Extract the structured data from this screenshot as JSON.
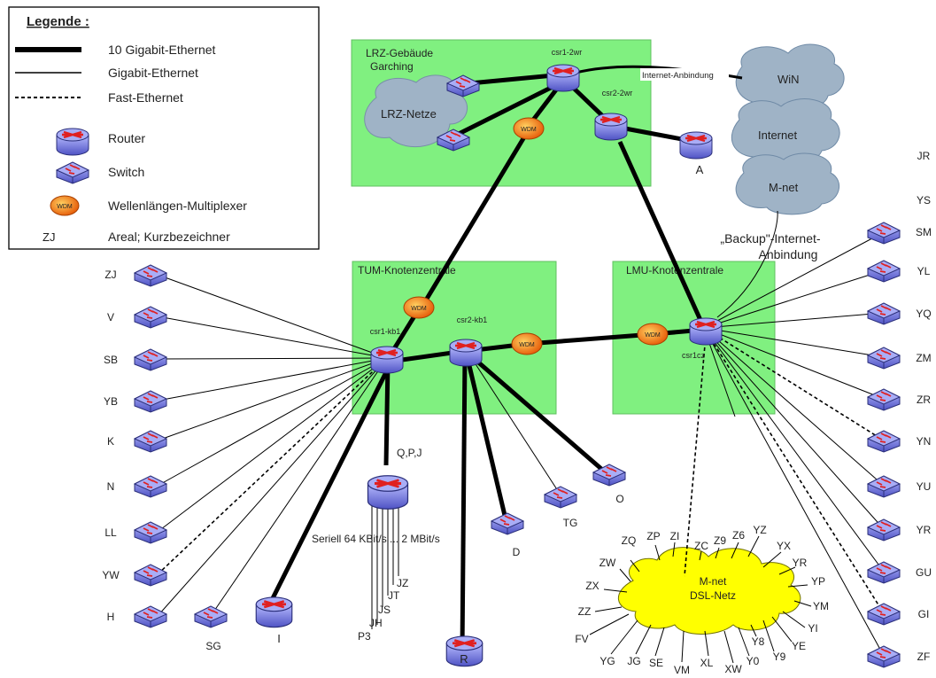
{
  "legend": {
    "title": "Legende :",
    "items": [
      {
        "key": "l10g",
        "label": "10 Gigabit-Ethernet"
      },
      {
        "key": "l1g",
        "label": "Gigabit-Ethernet"
      },
      {
        "key": "lfe",
        "label": "Fast-Ethernet"
      },
      {
        "key": "router",
        "label": "Router"
      },
      {
        "key": "switch",
        "label": "Switch"
      },
      {
        "key": "wdm",
        "label": "Wellenlängen-Multiplexer"
      },
      {
        "key": "zj",
        "label": "Areal; Kurzbezeichner"
      }
    ],
    "wdm_glyph": "WDM",
    "zj_sample": "ZJ"
  },
  "zones": {
    "lrz_line1": "LRZ-Gebäude",
    "lrz_line2": "Garching",
    "lrz_net": "LRZ-Netze",
    "tum": "TUM-Knotenzentrale",
    "lmu": "LMU-Knotenzentrale"
  },
  "routers": {
    "csr1_2wr": "csr1-2wr",
    "csr2_2wr": "csr2-2wr",
    "csr1_kb1": "csr1-kb1",
    "csr2_kb1": "csr2-kb1",
    "csr1_cz": "csr1cz",
    "a": "A",
    "qpj": "Q,P,J",
    "r": "R",
    "i": "I"
  },
  "wdm_label": "WDM",
  "internet": {
    "anbindung": "Internet-Anbindung",
    "win": "WiN",
    "internet": "Internet",
    "mnet": "M-net",
    "backup_line1": "„Backup\"-Internet-",
    "backup_line2": "Anbindung"
  },
  "serial": "Seriell 64 KBit/s ... 2 MBit/s",
  "serial_sites": [
    "P3",
    "JH",
    "JS",
    "JT",
    "JZ"
  ],
  "left_sites": [
    "ZJ",
    "V",
    "SB",
    "YB",
    "K",
    "N",
    "LL",
    "YW",
    "H"
  ],
  "bottom_sites": {
    "sg": "SG",
    "d": "D",
    "tg": "TG",
    "o": "O"
  },
  "right_top_labels": [
    "JR",
    "YS"
  ],
  "right_sites": [
    "SM",
    "YL",
    "YQ",
    "ZM",
    "ZR",
    "YN",
    "YU",
    "YR",
    "GU",
    "GI",
    "ZF"
  ],
  "dsl": {
    "line1": "M-net",
    "line2": "DSL-Netz",
    "sites": [
      "ZQ",
      "ZP",
      "ZI",
      "ZC",
      "Z9",
      "Z6",
      "YZ",
      "YX",
      "YR",
      "YP",
      "YM",
      "YI",
      "YE",
      "Y9",
      "Y8",
      "Y0",
      "XW",
      "XL",
      "VM",
      "SE",
      "JG",
      "YG",
      "FV",
      "ZZ",
      "ZX",
      "ZW"
    ]
  },
  "colors": {
    "zone": "#80f080",
    "cloud_dsl": "#ffff00",
    "cloud_inet": "#9fb3c6",
    "wdm_orange": "#ff8a00",
    "device_blue": "#6e72d8",
    "router_red": "#e02020"
  }
}
